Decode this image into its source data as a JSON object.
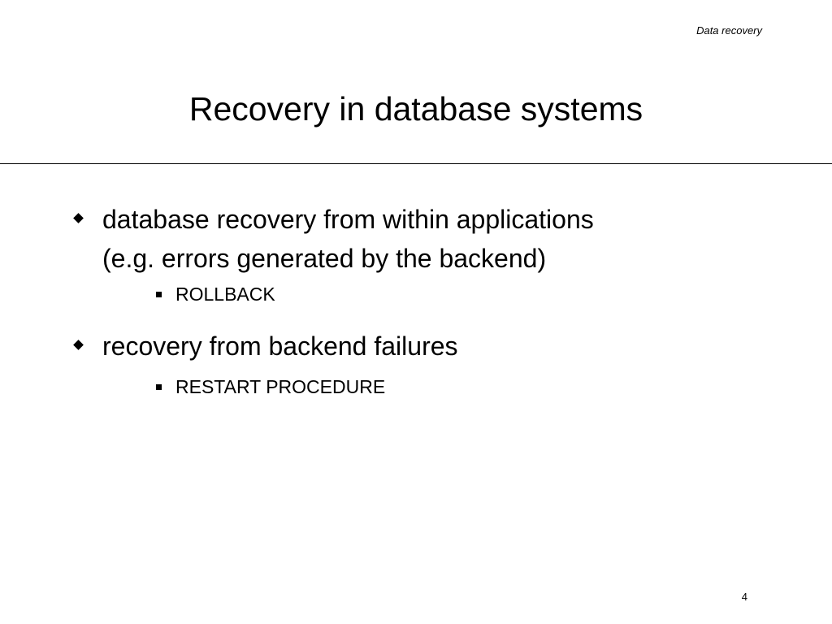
{
  "header": {
    "label": "Data recovery"
  },
  "slide": {
    "title": "Recovery in database systems",
    "bullets": [
      {
        "lines": [
          "database recovery from within applications",
          "(e.g. errors generated by the backend)"
        ],
        "sub": [
          "ROLLBACK"
        ]
      },
      {
        "lines": [
          "recovery from backend failures"
        ],
        "sub": [
          "RESTART PROCEDURE"
        ]
      }
    ]
  },
  "footer": {
    "page_number": "4"
  }
}
